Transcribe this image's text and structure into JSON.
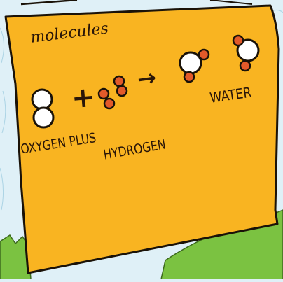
{
  "labels": {
    "molecules": "molecules",
    "oxygen_plus": "OXYGEN PLUS",
    "hydrogen": "HYDROGEN",
    "water": "WATER"
  },
  "operators": {
    "plus": "+",
    "arrow": "→"
  },
  "colors": {
    "sign_fill": "#f9b421",
    "sky": "#dff0f7",
    "grass": "#7bc241",
    "outline": "#1a1208",
    "oxygen_atom": "#ffffff",
    "hydrogen_atom": "#e35a2a"
  }
}
